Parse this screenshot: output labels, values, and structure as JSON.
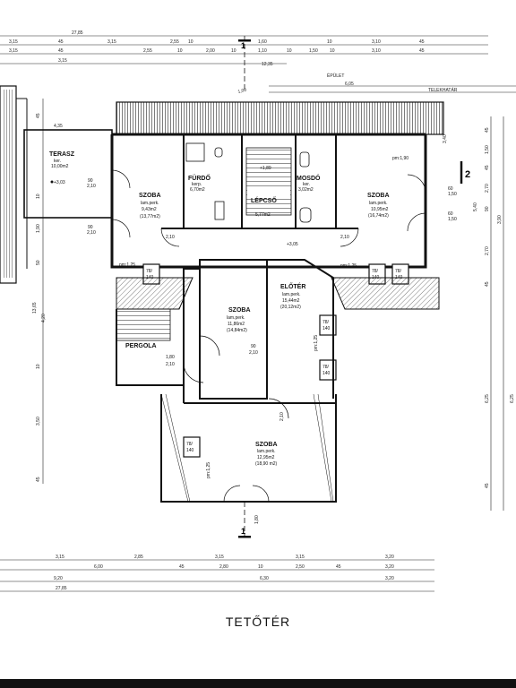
{
  "title": "TETŐTÉR",
  "top_dims": {
    "row1": [
      "27,85"
    ],
    "row2": [
      "3,15",
      "45",
      "3,15",
      "45",
      "2,55",
      "10",
      "1,60",
      "10",
      "3,10",
      "45"
    ],
    "row3": [
      "3,15",
      "45",
      "2,55",
      "10",
      "2,00",
      "10",
      "1,10",
      "10",
      "1,50",
      "10",
      "3,10",
      "45"
    ],
    "row4": [
      "3,15",
      "12,35"
    ],
    "epulet": "ÉPÜLET",
    "epulet_dim": "6,05",
    "telekhatar": "TELEKHATÁR"
  },
  "rooms": {
    "terasz": {
      "name": "TERASZ",
      "floor": "ker.",
      "area": "10,00m2",
      "level": "+3,03"
    },
    "szoba1": {
      "name": "SZOBA",
      "floor": "lam.perk.",
      "area": "9,43m2",
      "area2": "(13,77m2)"
    },
    "furdo": {
      "name": "FÜRDŐ",
      "floor": "kerp.",
      "area": "6,70m2"
    },
    "lepcso": {
      "name": "LÉPCSŐ",
      "area": "5,77m2"
    },
    "mosdo": {
      "name": "MOSDÓ",
      "floor": "ker.",
      "area": "3,02m2"
    },
    "szoba2": {
      "name": "SZOBA",
      "floor": "lam.perk.",
      "area": "10,95m2",
      "area2": "(16,74m2)"
    },
    "szoba3": {
      "name": "SZOBA",
      "floor": "lam.perk.",
      "area": "11,86m2",
      "area2": "(14,84m2)"
    },
    "eloter": {
      "name": "ELŐTÉR",
      "floor": "lam.perk.",
      "area": "15,44m2",
      "area2": "(20,12m2)"
    },
    "pergola": {
      "name": "PERGOLA",
      "dim1": "1,80",
      "dim2": "2,10"
    },
    "szoba4": {
      "name": "SZOBA",
      "floor": "lam.perk.",
      "area": "12,95m2",
      "area2": "(18,90 m2)"
    }
  },
  "annotations": {
    "door_90_210": [
      "90",
      "2,10"
    ],
    "window_78_140": [
      "78/",
      "140"
    ],
    "window_60_150": [
      "60",
      "1,50"
    ],
    "pm125": "pm:1,25",
    "pm190": "pm:1,90",
    "level_189": "+1,89",
    "level_305": "+3,05",
    "d435": "4,35",
    "d340": "3,40",
    "d100": "1,00",
    "section_marker": "1",
    "section_marker2": "2",
    "bottom_door": "1,80"
  },
  "left_dims": [
    "45",
    "4,35",
    "10",
    "1,90",
    "50",
    "13,65",
    "4,20",
    "10",
    "3,50",
    "45"
  ],
  "right_dims1": [
    "45",
    "1,50",
    "45",
    "2,70",
    "90",
    "5,40",
    "2,70",
    "45",
    "6,25",
    "45"
  ],
  "right_dims2": [
    "3,90",
    "6,25"
  ],
  "bottom_dims": {
    "row1": [
      "3,15",
      "2,85",
      "3,15",
      "3,15",
      "3,20"
    ],
    "row2": [
      "6,00",
      "45",
      "2,80",
      "10",
      "2,50",
      "45",
      "3,20"
    ],
    "row3": [
      "9,20",
      "6,30",
      "3,20"
    ],
    "row4": [
      "27,85"
    ]
  }
}
